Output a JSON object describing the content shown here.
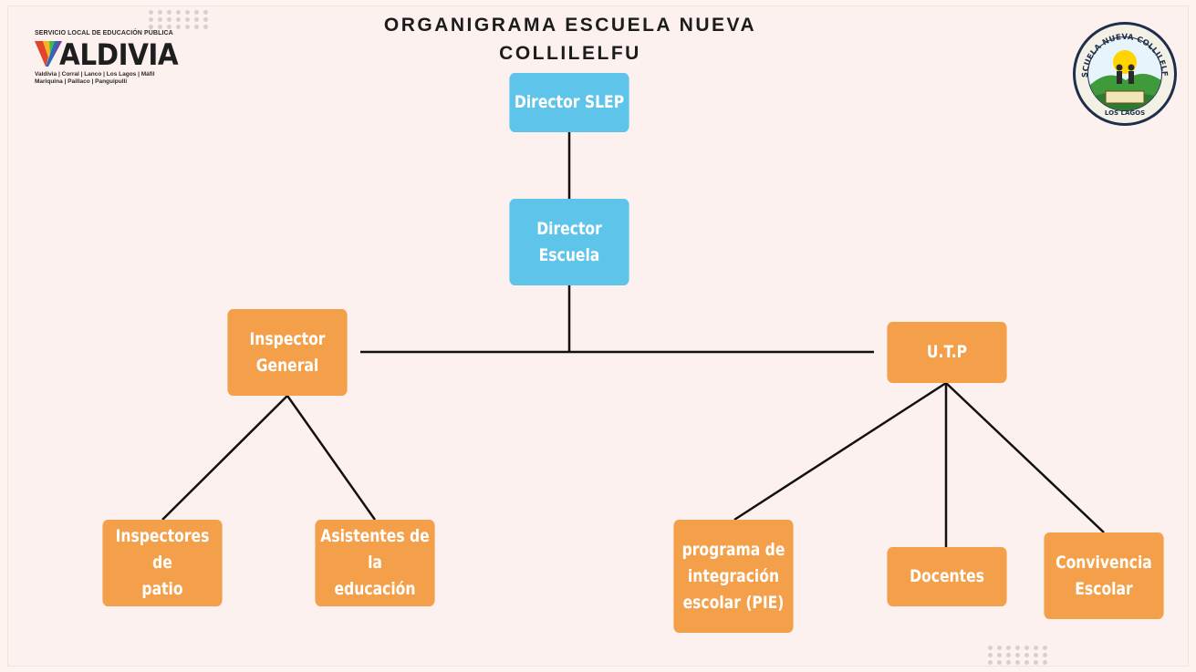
{
  "header": {
    "title_line1": "ORGANIGRAMA ESCUELA NUEVA",
    "title_line2": "COLLILELFU"
  },
  "logo": {
    "subtitle": "SERVICIO LOCAL DE EDUCACIÓN PÚBLICA",
    "wordmark": "VALDIVIA",
    "wordmark_rest": "ALDIVIA",
    "communes_line1": "Valdivia | Corral | Lanco | Los Lagos | Máfil",
    "communes_line2": "Mariquina | Paillaco | Panguipulli"
  },
  "seal": {
    "top_text": "ESCUELA NUEVA COLLILELFU",
    "bottom_text": "LOS LAGOS"
  },
  "nodes": {
    "director_slep": "Director SLEP",
    "director_escuela": "Director\nEscuela",
    "inspector_general": "Inspector\nGeneral",
    "utp": "U.T.P",
    "inspectores_patio": "Inspectores de\npatio",
    "asistentes_educacion": "Asistentes de la\neducación",
    "pie": "programa de\nintegración\nescolar (PIE)",
    "docentes": "Docentes",
    "convivencia": "Convivencia\nEscolar"
  },
  "colors": {
    "leadership": "#5ec4ea",
    "departments": "#f4a04b",
    "background": "#fcf1ee",
    "connector": "#111111"
  }
}
